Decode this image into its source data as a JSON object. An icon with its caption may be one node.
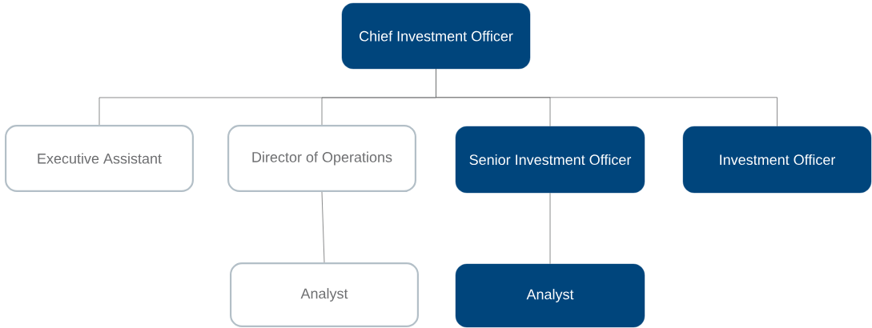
{
  "diagram": {
    "nodes": [
      {
        "text": [
          "Chief Investment Officer"
        ]
      },
      {
        "text": [
          "Executive Assistant"
        ]
      },
      {
        "text": [
          "Director of Operations"
        ]
      },
      {
        "text": [
          "Senior Investment Officer"
        ]
      },
      {
        "text": [
          "Investment Officer"
        ]
      },
      {
        "text": [
          "Analyst"
        ]
      },
      {
        "text": [
          "Analyst"
        ]
      }
    ],
    "edges": [
      {
        "from": 0,
        "to": 1,
        "arrow": "none"
      },
      {
        "from": 0,
        "to": 2,
        "arrow": "none"
      },
      {
        "from": 0,
        "to": 3,
        "arrow": "none"
      },
      {
        "from": 0,
        "to": 4,
        "arrow": "none"
      },
      {
        "from": 2,
        "to": 5,
        "arrow": "none"
      },
      {
        "from": 3,
        "to": 6,
        "arrow": "none"
      }
    ]
  }
}
